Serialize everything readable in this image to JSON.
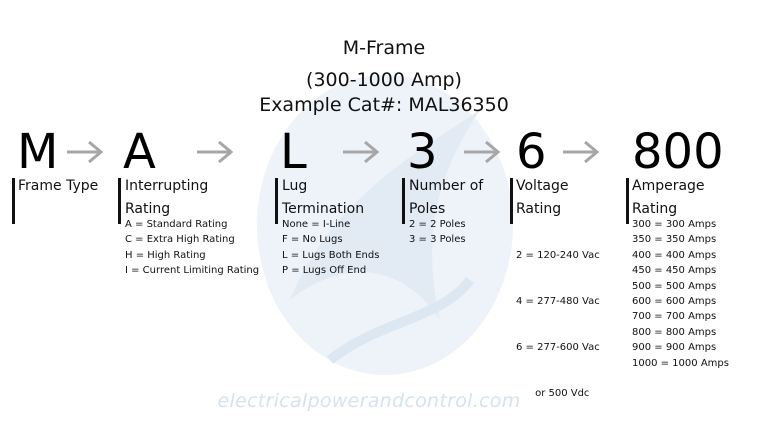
{
  "title": {
    "line1": "M-Frame",
    "line2": "(300-1000 Amp)",
    "line3": "Example Cat#: MAL36350"
  },
  "segments": [
    {
      "code": "M",
      "heading_lines": [
        "Frame Type"
      ],
      "items": []
    },
    {
      "code": "A",
      "heading_lines": [
        "Interrupting",
        "Rating"
      ],
      "items": [
        "A = Standard Rating",
        "C = Extra High Rating",
        "H = High Rating",
        "I = Current Limiting Rating"
      ]
    },
    {
      "code": "L",
      "heading_lines": [
        "Lug",
        "Termination"
      ],
      "items": [
        "None = I-Line",
        "F = No Lugs",
        "L = Lugs Both Ends",
        "P = Lugs Off End"
      ]
    },
    {
      "code": "3",
      "heading_lines": [
        "Number of",
        "Poles"
      ],
      "items": [
        "2 = 2 Poles",
        "3 = 3 Poles"
      ]
    },
    {
      "code": "6",
      "heading_lines": [
        "Voltage",
        "Rating"
      ],
      "items": [
        "2 = 120-240 Vac",
        "4 = 277-480 Vac",
        "6 = 277-600 Vac",
        "      or 500 Vdc"
      ]
    },
    {
      "code": "800",
      "heading_lines": [
        "Amperage",
        "Rating"
      ],
      "items": [
        "300 = 300 Amps",
        "350 = 350 Amps",
        "400 = 400 Amps",
        "450 = 450 Amps",
        "500 = 500 Amps",
        "600 = 600 Amps",
        "700 = 700 Amps",
        "800 = 800 Amps",
        "900 = 900 Amps",
        "1000 = 1000 Amps"
      ]
    }
  ],
  "watermark": {
    "url": "electricalpowerandcontrol.com"
  },
  "colors": {
    "arrow": "#a6a6a6",
    "watermark": "#d6e2f0",
    "text": "#111111"
  }
}
